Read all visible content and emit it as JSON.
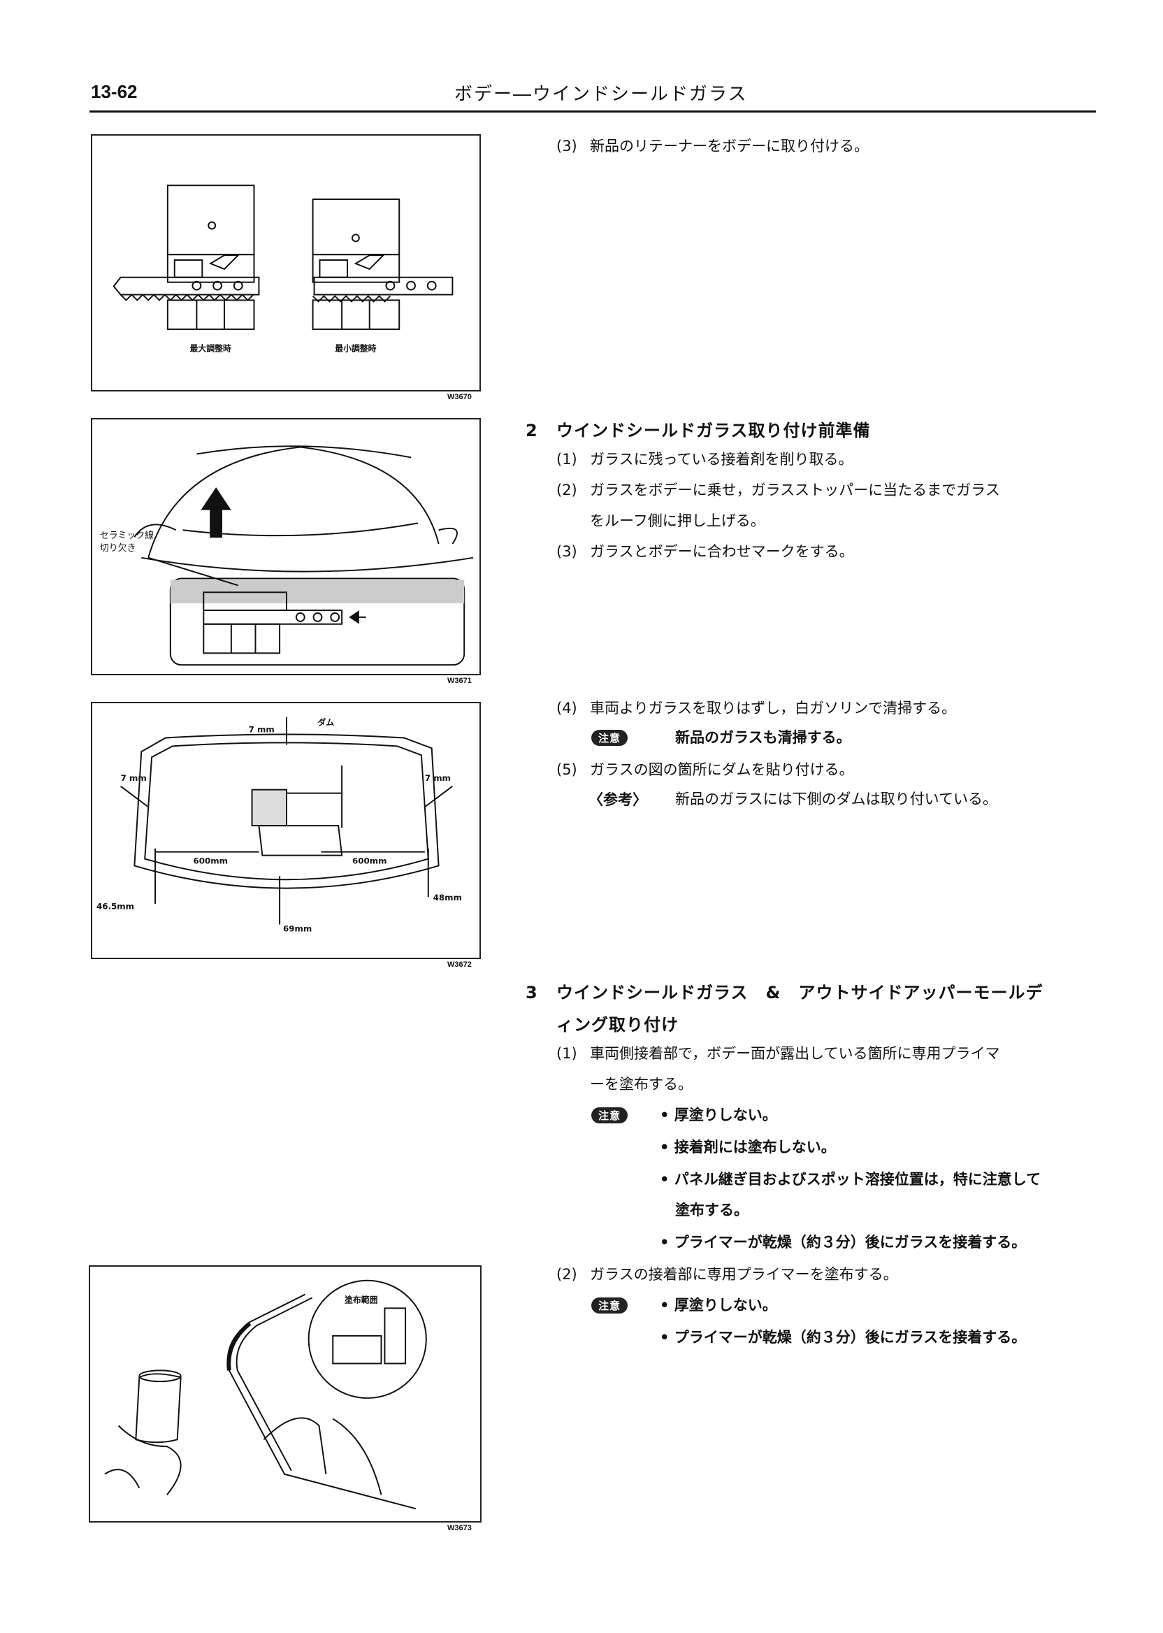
{
  "header": {
    "page_number": "13-62",
    "title": "ボデー―ウインドシールドガラス"
  },
  "figures": {
    "w3670": {
      "code": "W3670",
      "label_left": "最大調整時",
      "label_right": "最小調整時"
    },
    "w3671": {
      "code": "W3671",
      "label_ceramic_1": "セラミック線",
      "label_ceramic_2": "切り欠き"
    },
    "w3672": {
      "code": "W3672",
      "dim_7mm_top": "7 mm",
      "label_dam": "ダム",
      "dim_7mm_left": "7 mm",
      "dim_7mm_right": "7 mm",
      "dim_600_left": "600mm",
      "dim_600_right": "600mm",
      "dim_465": "46.5mm",
      "dim_48": "48mm",
      "dim_69": "69mm"
    },
    "w3673": {
      "code": "W3673",
      "label_range": "塗布範囲"
    }
  },
  "section1": {
    "step3": {
      "num": "(3)",
      "text": "新品のリテーナーをボデーに取り付ける。"
    }
  },
  "section2": {
    "num": "2",
    "title": "ウインドシールドガラス取り付け前準備",
    "step1": {
      "num": "(1)",
      "text": "ガラスに残っている接着剤を削り取る。"
    },
    "step2": {
      "num": "(2)",
      "text_1": "ガラスをボデーに乗せ，ガラスストッパーに当たるまでガラス",
      "text_2": "をルーフ側に押し上げる。"
    },
    "step3": {
      "num": "(3)",
      "text": "ガラスとボデーに合わせマークをする。"
    },
    "step4": {
      "num": "(4)",
      "text": "車両よりガラスを取りはずし，白ガソリンで清掃する。"
    },
    "caution4": {
      "badge": "注意",
      "text": "新品のガラスも清掃する。"
    },
    "step5": {
      "num": "(5)",
      "text": "ガラスの図の箇所にダムを貼り付ける。"
    },
    "reference": {
      "label": "〈参考〉",
      "text": "新品のガラスには下側のダムは取り付いている。"
    }
  },
  "section3": {
    "num": "3",
    "title_1": "ウインドシールドガラス　&　アウトサイドアッパーモールデ",
    "title_2": "ィング取り付け",
    "step1": {
      "num": "(1)",
      "text_1": "車両側接着部で，ボデー面が露出している箇所に専用プライマ",
      "text_2": "ーを塗布する。"
    },
    "caution1": {
      "badge": "注意",
      "b1": "• 厚塗りしない。",
      "b2": "• 接着剤には塗布しない。",
      "b3_1": "• パネル継ぎ目およびスポット溶接位置は，特に注意して",
      "b3_2": "塗布する。",
      "b4": "• プライマーが乾燥（約３分）後にガラスを接着する。"
    },
    "step2": {
      "num": "(2)",
      "text": "ガラスの接着部に専用プライマーを塗布する。"
    },
    "caution2": {
      "badge": "注意",
      "b1": "• 厚塗りしない。",
      "b2": "• プライマーが乾燥（約３分）後にガラスを接着する。"
    }
  }
}
